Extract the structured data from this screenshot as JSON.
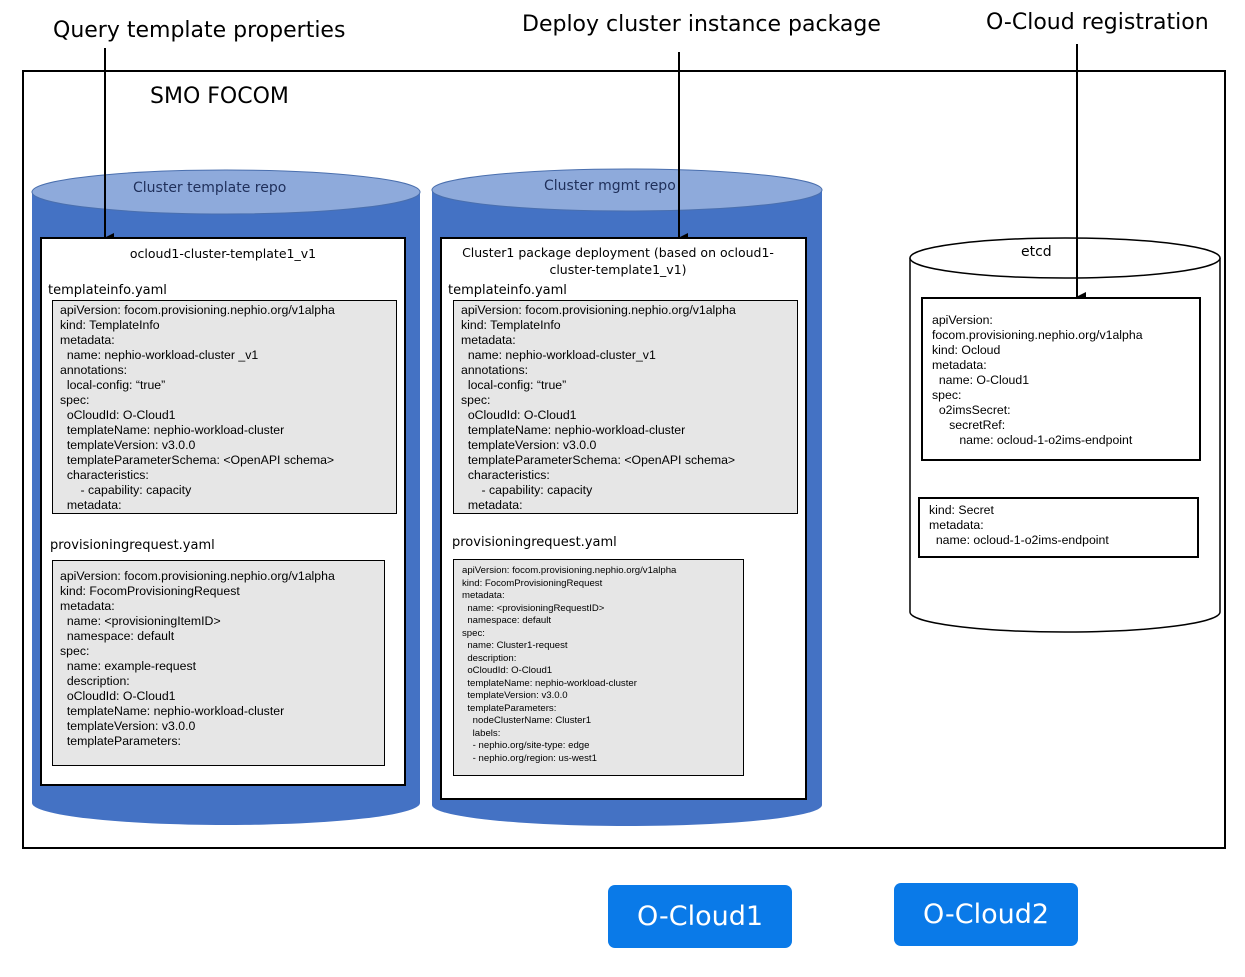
{
  "labels": {
    "query": "Query template properties",
    "deploy": "Deploy cluster instance package",
    "registration": "O-Cloud registration",
    "smo": "SMO FOCOM"
  },
  "repos": {
    "template": {
      "title": "Cluster template repo",
      "panel_title": "ocloud1-cluster-template1_v1",
      "file1_label": "templateinfo.yaml",
      "file1_code": "apiVersion: focom.provisioning.nephio.org/v1alpha\nkind: TemplateInfo\nmetadata:\n  name: nephio-workload-cluster _v1\nannotations:\n  local-config: “true”\nspec:\n  oCloudId: O-Cloud1\n  templateName: nephio-workload-cluster\n  templateVersion: v3.0.0\n  templateParameterSchema: <OpenAPI schema>\n  characteristics:\n      - capability: capacity\n  metadata:",
      "file2_label": "provisioningrequest.yaml",
      "file2_code": "apiVersion: focom.provisioning.nephio.org/v1alpha\nkind: FocomProvisioningRequest\nmetadata:\n  name: <provisioningItemID>\n  namespace: default\nspec:\n  name: example-request\n  description:\n  oCloudId: O-Cloud1\n  templateName: nephio-workload-cluster\n  templateVersion: v3.0.0\n  templateParameters:"
    },
    "mgmt": {
      "title": "Cluster mgmt repo",
      "panel_title": "Cluster1 package deployment (based on ocloud1-cluster-template1_v1)",
      "file1_label": "templateinfo.yaml",
      "file1_code": "apiVersion: focom.provisioning.nephio.org/v1alpha\nkind: TemplateInfo\nmetadata:\n  name: nephio-workload-cluster_v1\nannotations:\n  local-config: “true”\nspec:\n  oCloudId: O-Cloud1\n  templateName: nephio-workload-cluster\n  templateVersion: v3.0.0\n  templateParameterSchema: <OpenAPI schema>\n  characteristics:\n      - capability: capacity\n  metadata:",
      "file2_label": "provisioningrequest.yaml",
      "file2_code": "apiVersion: focom.provisioning.nephio.org/v1alpha\nkind: FocomProvisioningRequest\nmetadata:\n  name: <provisioningRequestID>\n  namespace: default\nspec:\n  name: Cluster1-request\n  description:\n  oCloudId: O-Cloud1\n  templateName: nephio-workload-cluster\n  templateVersion: v3.0.0\n  templateParameters:\n    nodeClusterName: Cluster1\n    labels:\n    - nephio.org/site-type: edge\n    - nephio.org/region: us-west1"
    }
  },
  "etcd": {
    "title": "etcd",
    "ocloud_code": "apiVersion:\nfocom.provisioning.nephio.org/v1alpha\nkind: Ocloud\nmetadata:\n  name: O-Cloud1\nspec:\n  o2imsSecret:\n     secretRef:\n        name: ocloud-1-o2ims-endpoint",
    "secret_code": "kind: Secret\nmetadata:\n  name: ocloud-1-o2ims-endpoint"
  },
  "clouds": [
    "O-Cloud1",
    "O-Cloud2"
  ],
  "colors": {
    "cylinder_body": "#4472c4",
    "cylinder_top": "#8eaadb",
    "code_bg": "#e6e6e6",
    "cloud_button": "#0a7ae8"
  }
}
